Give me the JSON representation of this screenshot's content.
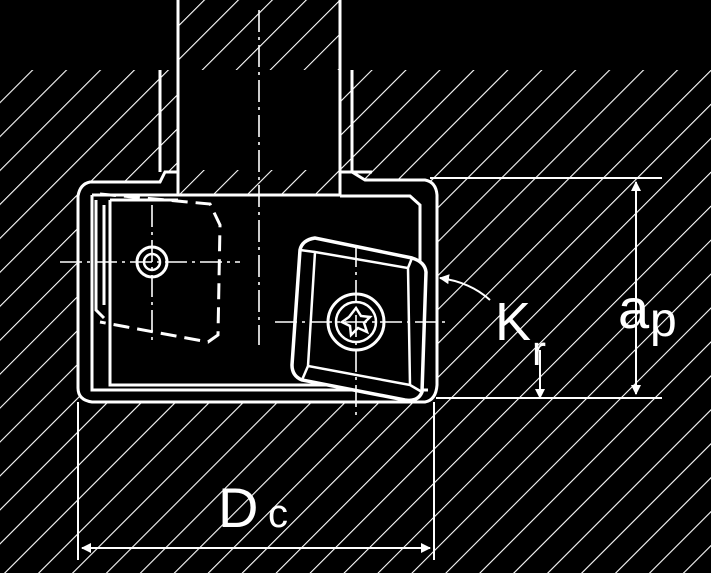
{
  "labels": {
    "diameter_main": "D",
    "diameter_sub": "c",
    "depth_main": "a",
    "depth_sub": "p",
    "angle_main": "K",
    "angle_sub": "r"
  },
  "colors": {
    "background": "#000000",
    "line": "#ffffff"
  }
}
